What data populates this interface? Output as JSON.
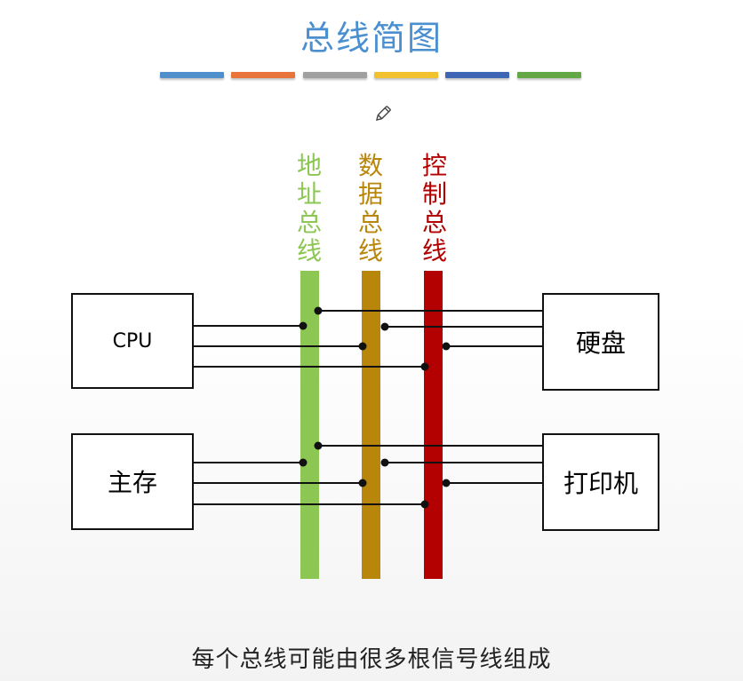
{
  "title": "总线简图",
  "stripe_colors": [
    "#4f8fcc",
    "#e8743b",
    "#a0a0a0",
    "#f2c12e",
    "#3f66b5",
    "#63a844"
  ],
  "buses": [
    {
      "label_chars": [
        "地",
        "址",
        "总",
        "线"
      ],
      "color": "#8cc653"
    },
    {
      "label_chars": [
        "数",
        "据",
        "总",
        "线"
      ],
      "color": "#b8860b"
    },
    {
      "label_chars": [
        "控",
        "制",
        "总",
        "线"
      ],
      "color": "#b30000"
    }
  ],
  "devices": {
    "cpu": "CPU",
    "memory": "主存",
    "disk": "硬盘",
    "printer": "打印机"
  },
  "caption": "每个总线可能由很多根信号线组成",
  "icons": {
    "pencil": "pencil-icon"
  }
}
